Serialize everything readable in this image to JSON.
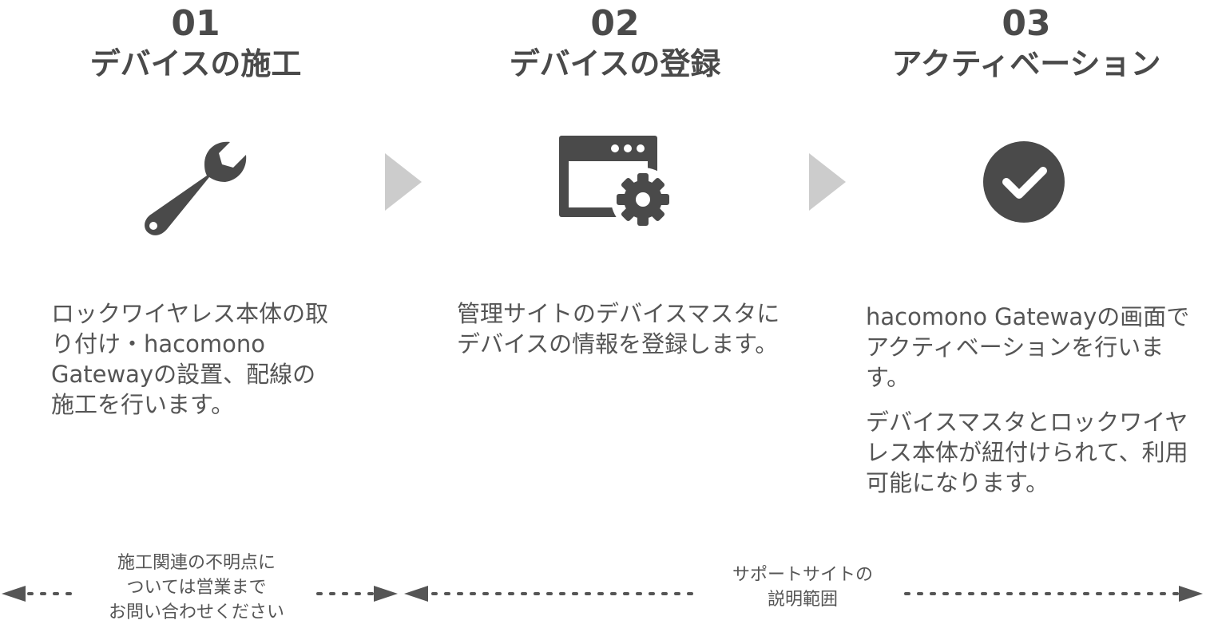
{
  "steps": [
    {
      "number": "01",
      "title": "デバイスの施工",
      "icon": "wrench-icon",
      "description": [
        "ロックワイヤレス本体の取り付け・hacomono Gatewayの設置、配線の施工を行います。"
      ]
    },
    {
      "number": "02",
      "title": "デバイスの登録",
      "icon": "browser-settings-icon",
      "description": [
        "管理サイトのデバイスマスタにデバイスの情報を登録します。"
      ]
    },
    {
      "number": "03",
      "title": "アクティベーション",
      "icon": "check-circle-icon",
      "description": [
        "hacomono Gatewayの画面でアクティベーションを行います。",
        "デバイスマスタとロックワイヤレス本体が紐付けられて、利用可能になります。"
      ]
    }
  ],
  "ranges": {
    "construction": {
      "lines": [
        "施工関連の不明点に",
        "ついては営業まで",
        "お問い合わせください"
      ]
    },
    "support_site": {
      "lines": [
        "サポートサイトの",
        "説明範囲"
      ]
    }
  },
  "colors": {
    "icon": "#4a4a4a",
    "arrow": "#cccccc",
    "text": "#555555"
  }
}
